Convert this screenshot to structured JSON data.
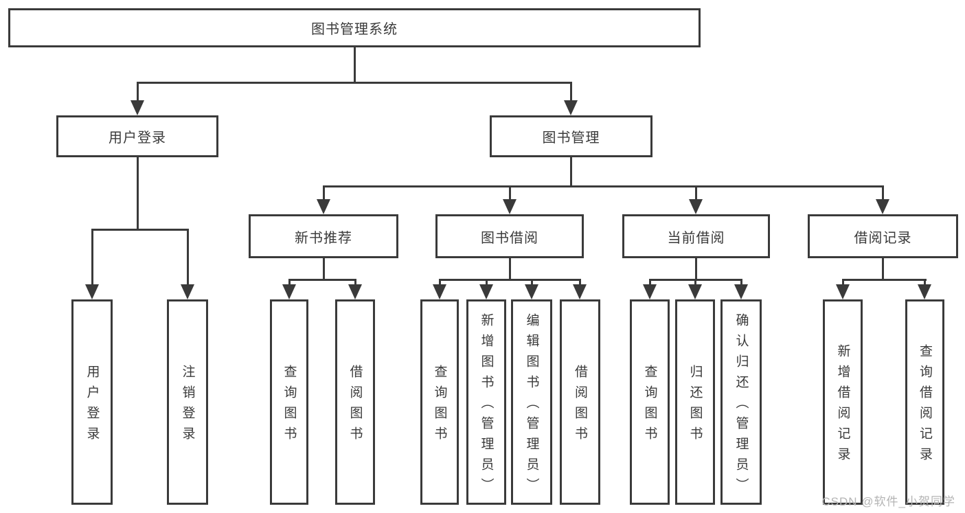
{
  "diagram": {
    "colors": {
      "line": "#3a3a3a",
      "text": "#3a3a3a",
      "bg": "#ffffff",
      "watermark": "#b4b4b4"
    },
    "watermark": "CSDN @软件_小贺同学",
    "nodes": {
      "root": {
        "label": "图书管理系统"
      },
      "user_login": {
        "label": "用户登录"
      },
      "book_mgmt": {
        "label": "图书管理"
      },
      "new_book_rec": {
        "label": "新书推荐"
      },
      "book_borrow": {
        "label": "图书借阅"
      },
      "current_borrow": {
        "label": "当前借阅"
      },
      "borrow_record": {
        "label": "借阅记录"
      },
      "login_leaf": {
        "label": "用户登录"
      },
      "logout_leaf": {
        "label": "注销登录"
      },
      "rec_query_book": {
        "label": "查询图书"
      },
      "rec_borrow_book": {
        "label": "借阅图书"
      },
      "bb_query_book": {
        "label": "查询图书"
      },
      "bb_add_book": {
        "label": "新增图书（管理员）"
      },
      "bb_edit_book": {
        "label": "编辑图书（管理员）"
      },
      "bb_borrow_book": {
        "label": "借阅图书"
      },
      "cb_query_book": {
        "label": "查询图书"
      },
      "cb_return_book": {
        "label": "归还图书"
      },
      "cb_confirm_return": {
        "label": "确认归还（管理员）"
      },
      "br_add_record": {
        "label": "新增借阅记录"
      },
      "br_query_record": {
        "label": "查询借阅记录"
      }
    },
    "hierarchy": {
      "图书管理系统": {
        "用户登录": [
          "用户登录",
          "注销登录"
        ],
        "图书管理": {
          "新书推荐": [
            "查询图书",
            "借阅图书"
          ],
          "图书借阅": [
            "查询图书",
            "新增图书（管理员）",
            "编辑图书（管理员）",
            "借阅图书"
          ],
          "当前借阅": [
            "查询图书",
            "归还图书",
            "确认归还（管理员）"
          ],
          "借阅记录": [
            "新增借阅记录",
            "查询借阅记录"
          ]
        }
      }
    }
  }
}
